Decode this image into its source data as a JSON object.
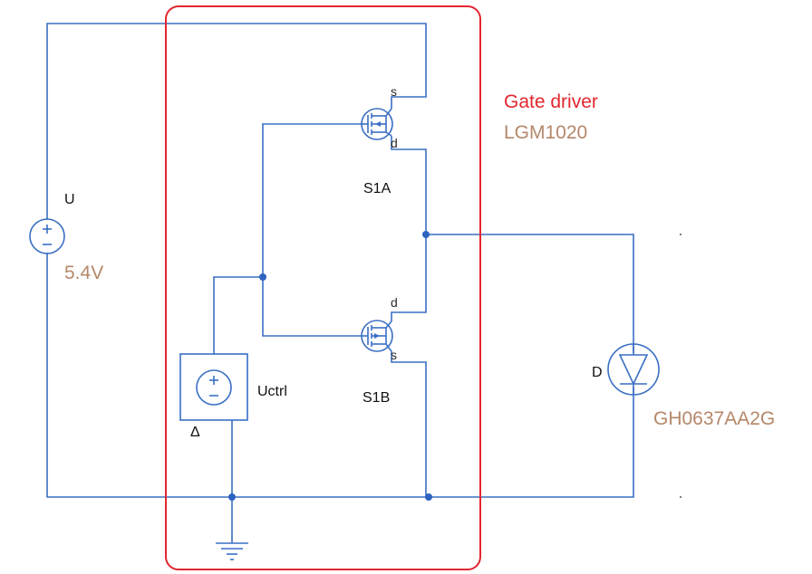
{
  "colors": {
    "wire": "#3a6fc4",
    "node": "#2f63c0",
    "highlight_box": "#e3262f",
    "annotation": "#b5876a",
    "title": "#e3262f",
    "label": "#111111"
  },
  "components": {
    "source_u": {
      "name": "U",
      "value": "5.4V",
      "icon": "dc-voltage-source-icon"
    },
    "source_uctrl": {
      "name": "Uctrl",
      "marker": "Δ",
      "icon": "controlled-voltage-source-icon"
    },
    "mosfet_top": {
      "name": "S1A",
      "pin_source": "s",
      "pin_drain": "d",
      "icon": "p-mosfet-icon"
    },
    "mosfet_bottom": {
      "name": "S1B",
      "pin_source": "s",
      "pin_drain": "d",
      "icon": "n-mosfet-icon"
    },
    "diode": {
      "name": "D",
      "part": "GH0637AA2G",
      "icon": "diode-icon"
    },
    "ground": {
      "icon": "ground-icon"
    }
  },
  "gate_driver": {
    "title": "Gate driver",
    "part": "LGM1020"
  }
}
